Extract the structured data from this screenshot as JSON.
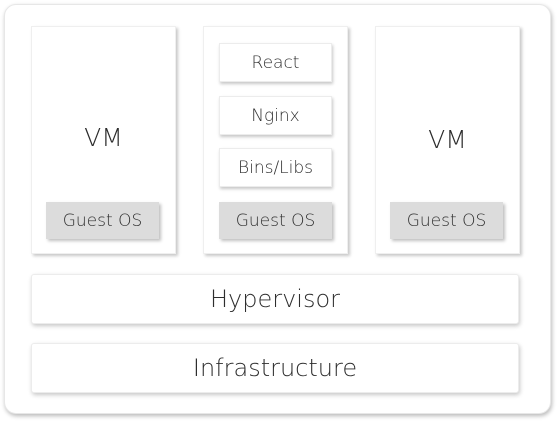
{
  "columns": [
    {
      "title": "VM",
      "guest_os": "Guest OS"
    },
    {
      "layers": [
        "React",
        "Nginx",
        "Bins/Libs"
      ],
      "guest_os": "Guest OS"
    },
    {
      "title": "VM",
      "guest_os": "Guest OS"
    }
  ],
  "hypervisor": "Hypervisor",
  "infrastructure": "Infrastructure"
}
